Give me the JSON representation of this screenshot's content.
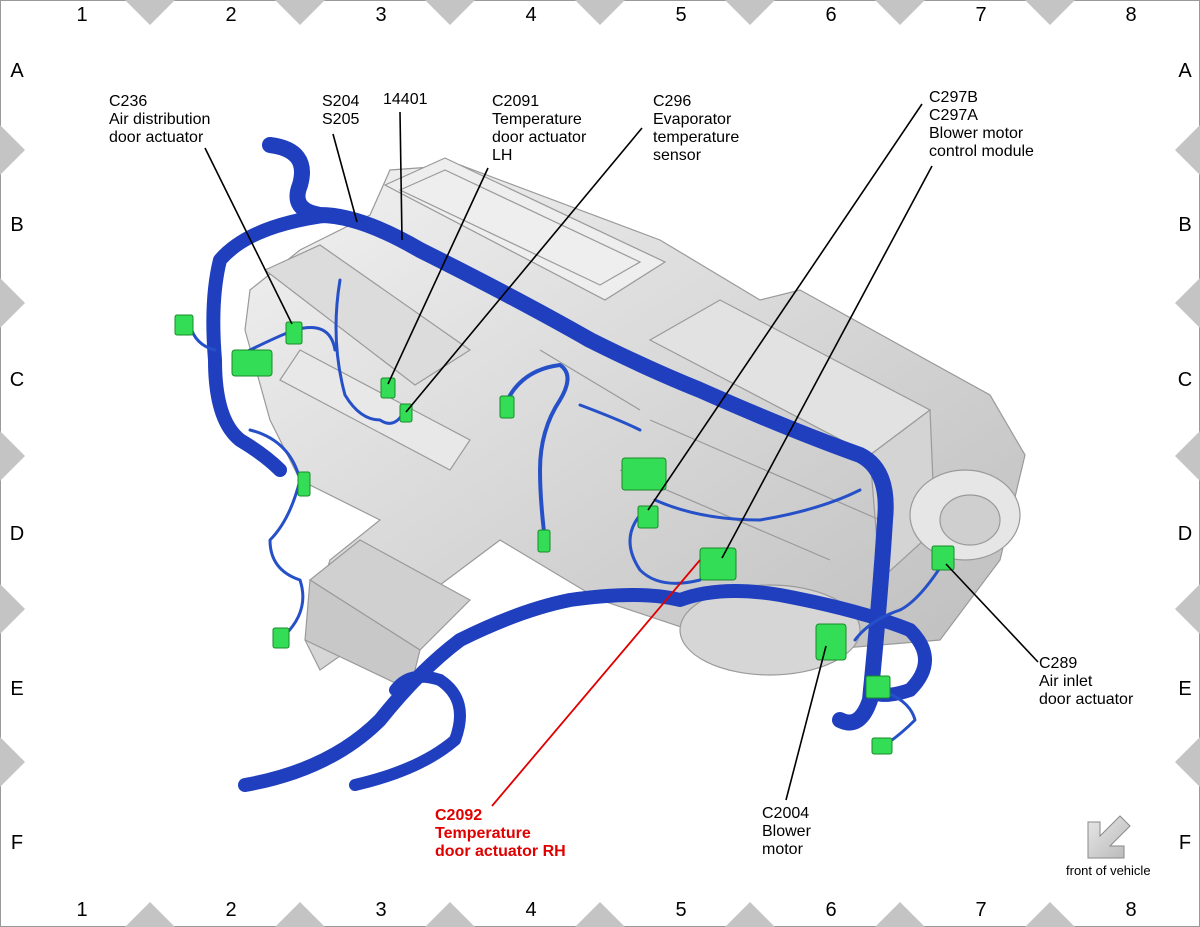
{
  "grid": {
    "columns": [
      "1",
      "2",
      "3",
      "4",
      "5",
      "6",
      "7",
      "8"
    ],
    "rows": [
      "A",
      "B",
      "C",
      "D",
      "E",
      "F"
    ]
  },
  "callouts": {
    "c236": [
      "C236",
      "Air distribution",
      "door actuator"
    ],
    "s204": [
      "S204",
      "S205"
    ],
    "n14401": [
      "14401"
    ],
    "c2091": [
      "C2091",
      "Temperature",
      "door actuator",
      "LH"
    ],
    "c296": [
      "C296",
      "Evaporator",
      "temperature",
      "sensor"
    ],
    "c297": [
      "C297B",
      "C297A",
      "Blower motor",
      "control module"
    ],
    "c289": [
      "C289",
      "Air inlet",
      "door actuator"
    ],
    "c2004": [
      "C2004",
      "Blower",
      "motor"
    ],
    "c2092": [
      "C2092",
      "Temperature",
      "door actuator RH"
    ]
  },
  "front_of_vehicle": "front of vehicle",
  "colors": {
    "harness": "#1f3fbf",
    "harness_dark": "#0f2aa0",
    "connector": "#33dd55",
    "highlight": "#e00000",
    "housing": "#d8d8d8",
    "frame_marker": "#c4c4c4"
  }
}
